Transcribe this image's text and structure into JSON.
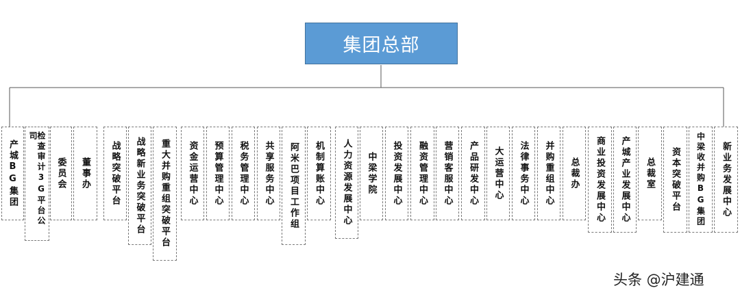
{
  "root": {
    "label": "集团总部"
  },
  "children": [
    {
      "label": "产城BG集团",
      "cols": 1
    },
    {
      "label": "检查审计3G平台公司",
      "cols": 1
    },
    {
      "label": "委员会",
      "cols": 1
    },
    {
      "label": "董事办",
      "cols": 1
    },
    {
      "label": "战略突破平台",
      "cols": 1
    },
    {
      "label": "战略新业务突破平台",
      "cols": 1
    },
    {
      "label": "重大并购重组突破平台",
      "cols": 1
    },
    {
      "label": "资金运营中心",
      "cols": 1
    },
    {
      "label": "预算管理中心",
      "cols": 1
    },
    {
      "label": "税务管理中心",
      "cols": 1
    },
    {
      "label": "共享服务中心",
      "cols": 1
    },
    {
      "label": "阿米巴项目工作组",
      "cols": 1
    },
    {
      "label": "机制算账中心",
      "cols": 1
    },
    {
      "label": "人力资源发展中心",
      "cols": 1
    },
    {
      "label": "中梁学院",
      "cols": 1
    },
    {
      "label": "投资发展中心",
      "cols": 1
    },
    {
      "label": "融资管理中心",
      "cols": 1
    },
    {
      "label": "营销客服中心",
      "cols": 1
    },
    {
      "label": "产品研发中心",
      "cols": 1
    },
    {
      "label": "大运营中心",
      "cols": 1
    },
    {
      "label": "法律事务中心",
      "cols": 1
    },
    {
      "label": "并购重组中心",
      "cols": 1
    },
    {
      "label": "总裁办",
      "cols": 1
    },
    {
      "label": "商业投资发展中心",
      "cols": 1
    },
    {
      "label": "产城产业发展中心",
      "cols": 1
    },
    {
      "label": "总裁室",
      "cols": 1
    },
    {
      "label": "资本突破平台",
      "cols": 1
    },
    {
      "label": "中梁收并购BG集团",
      "cols": 1
    },
    {
      "label": "新业务发展中心",
      "cols": 1
    }
  ],
  "watermark": "头条 @沪建通"
}
